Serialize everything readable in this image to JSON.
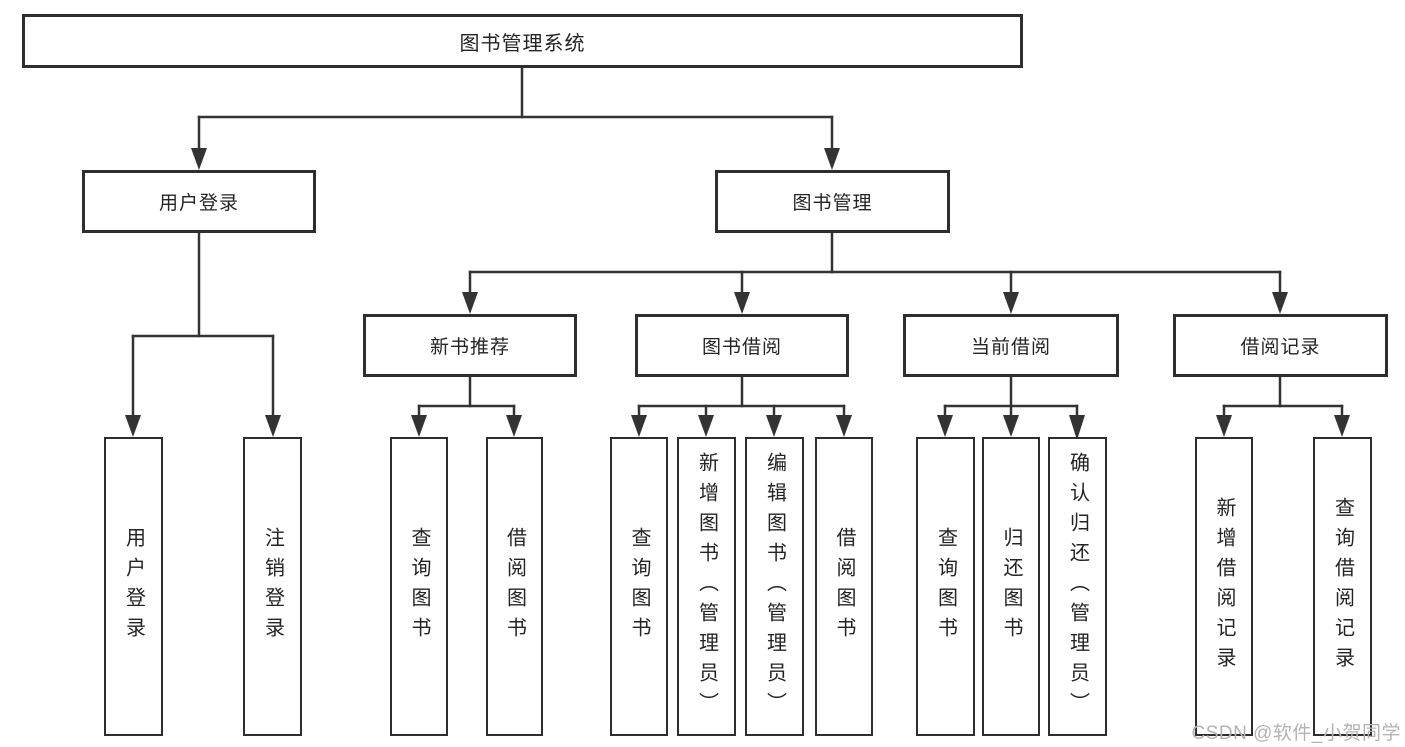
{
  "root": {
    "label": "图书管理系统"
  },
  "branches": {
    "user_login": {
      "label": "用户登录",
      "children": [
        {
          "label": "用户登录"
        },
        {
          "label": "注销登录"
        }
      ]
    },
    "book_management": {
      "label": "图书管理",
      "children": {
        "new_book_recommend": {
          "label": "新书推荐",
          "children": [
            {
              "label": "查询图书"
            },
            {
              "label": "借阅图书"
            }
          ]
        },
        "book_borrow": {
          "label": "图书借阅",
          "children": [
            {
              "label": "查询图书"
            },
            {
              "label": "新增图书（管理员）"
            },
            {
              "label": "编辑图书（管理员）"
            },
            {
              "label": "借阅图书"
            }
          ]
        },
        "current_borrow": {
          "label": "当前借阅",
          "children": [
            {
              "label": "查询图书"
            },
            {
              "label": "归还图书"
            },
            {
              "label": "确认归还（管理员）"
            }
          ]
        },
        "borrow_record": {
          "label": "借阅记录",
          "children": [
            {
              "label": "新增借阅记录"
            },
            {
              "label": "查询借阅记录"
            }
          ]
        }
      }
    }
  },
  "watermark": {
    "text": "CSDN @软件_小贺同学"
  },
  "colors": {
    "line": "#333333",
    "border": "#2e2e2e",
    "text": "#242424",
    "watermark": "#b3b3b3"
  }
}
